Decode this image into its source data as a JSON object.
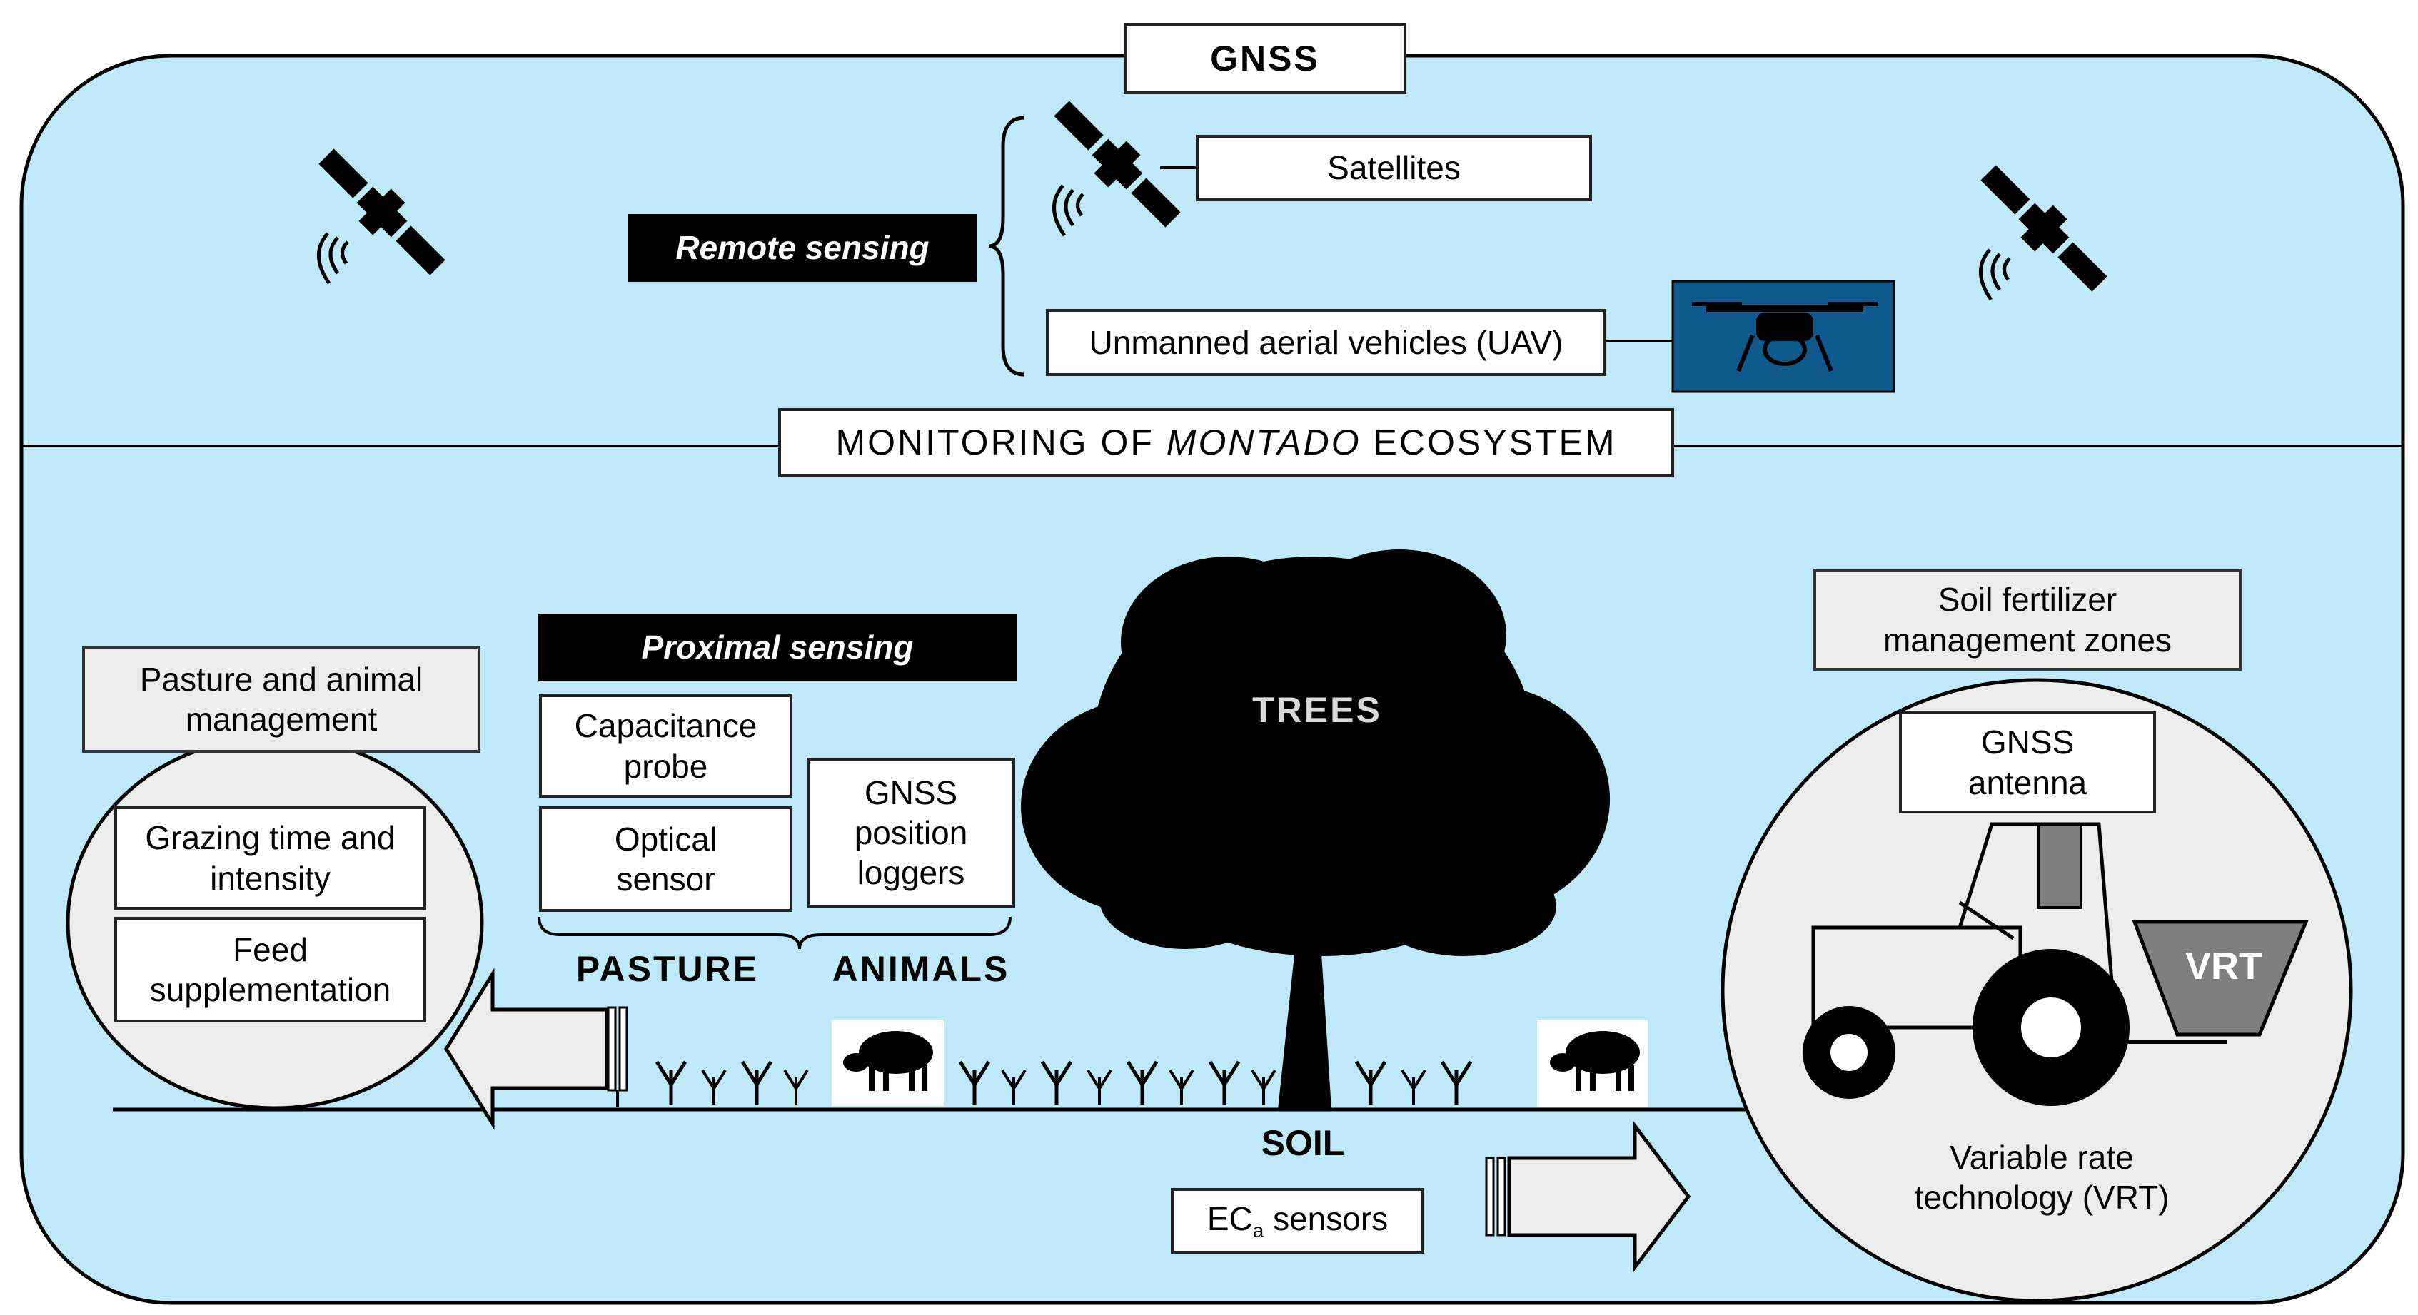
{
  "header": {
    "gnss": "GNSS"
  },
  "remote": {
    "label": "Remote sensing",
    "satellites": "Satellites",
    "uav": "Unmanned aerial vehicles (UAV)"
  },
  "monitoring": {
    "prefix": "MONITORING OF ",
    "italic": "MONTADO",
    "suffix": " ECOSYSTEM"
  },
  "proximal": {
    "label": "Proximal sensing",
    "capacitance": "Capacitance\nprobe",
    "optical": "Optical\nsensor",
    "gnss_loggers": "GNSS\nposition\nloggers",
    "pasture": "PASTURE",
    "animals": "ANIMALS"
  },
  "trees": {
    "label": "TREES"
  },
  "soil": {
    "label": "SOIL",
    "ec_main": "EC",
    "ec_sub": "a",
    "ec_rest": " sensors"
  },
  "pasture_mgmt": {
    "title": "Pasture and animal\nmanagement",
    "grazing": "Grazing time and\nintensity",
    "feed": "Feed\nsupplementation"
  },
  "fertilizer": {
    "title": "Soil fertilizer\nmanagement zones",
    "antenna": "GNSS\nantenna",
    "vrt": "VRT",
    "vrt_full": "Variable rate\ntechnology (VRT)"
  },
  "colors": {
    "sky": "#bfe9f8",
    "uav_box": "#0f5a8c",
    "panel_grey": "#ececec"
  }
}
